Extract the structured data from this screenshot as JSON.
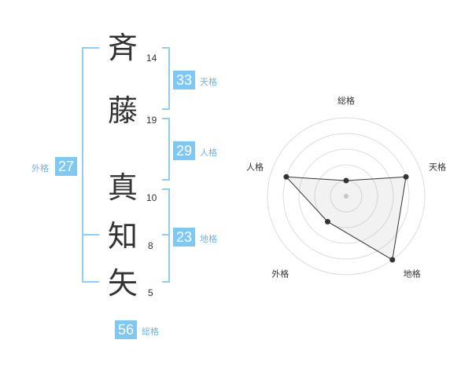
{
  "name": {
    "chars": [
      {
        "char": "斉",
        "strokes": "14"
      },
      {
        "char": "藤",
        "strokes": "19"
      },
      {
        "char": "真",
        "strokes": "10"
      },
      {
        "char": "知",
        "strokes": "8"
      },
      {
        "char": "矢",
        "strokes": "5"
      }
    ]
  },
  "scores": {
    "tenkaku": {
      "value": "33",
      "label": "天格"
    },
    "jinkaku": {
      "value": "29",
      "label": "人格"
    },
    "chikaku": {
      "value": "23",
      "label": "地格"
    },
    "gaikaku": {
      "value": "27",
      "label": "外格"
    },
    "soukaku": {
      "value": "56",
      "label": "総格"
    }
  },
  "colors": {
    "accent": "#80c8f4",
    "bracket": "#8fcdf2",
    "label": "#6ab6e6",
    "text": "#333333"
  },
  "chart_data": {
    "type": "radar",
    "axes": [
      "総格",
      "天格",
      "地格",
      "外格",
      "人格"
    ],
    "values": [
      1,
      4,
      5,
      2,
      4
    ],
    "max": 5,
    "rings": 5,
    "grid": true
  }
}
